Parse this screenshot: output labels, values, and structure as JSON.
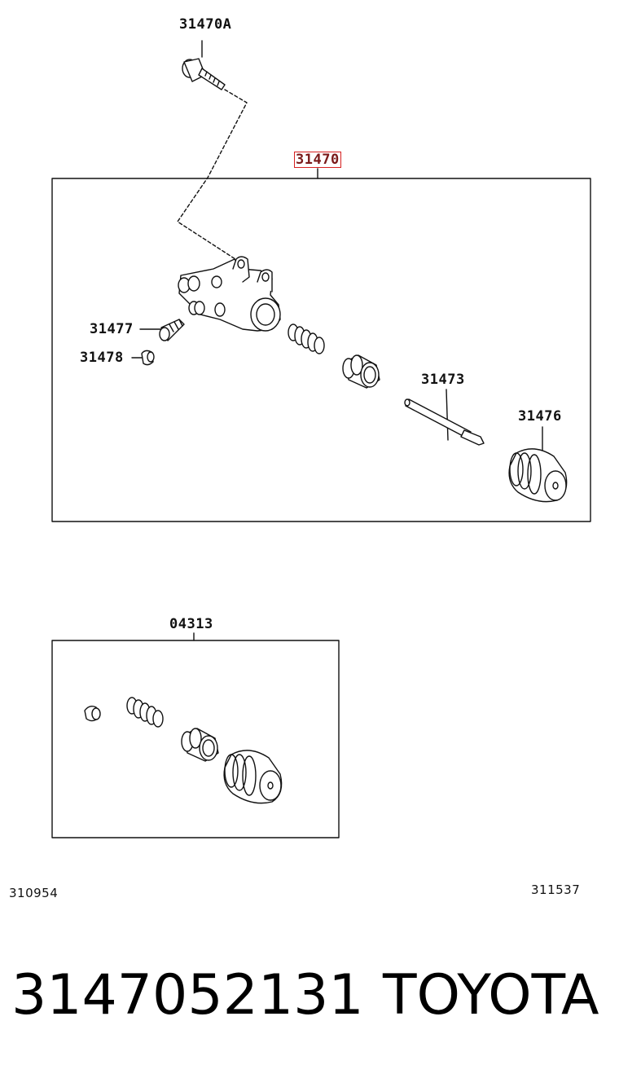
{
  "labels": {
    "bolt": "31470A",
    "cylinder_assy": "31470",
    "bleeder_plug": "31477",
    "bleeder_cap": "31478",
    "push_rod": "31473",
    "boot": "31476",
    "repair_kit": "04313"
  },
  "codes": {
    "left": "310954",
    "right": "311537"
  },
  "footer": {
    "part_number": "3147052131",
    "brand": "TOYOTA"
  },
  "colors": {
    "highlight_border": "#d62020",
    "line": "#111111"
  }
}
